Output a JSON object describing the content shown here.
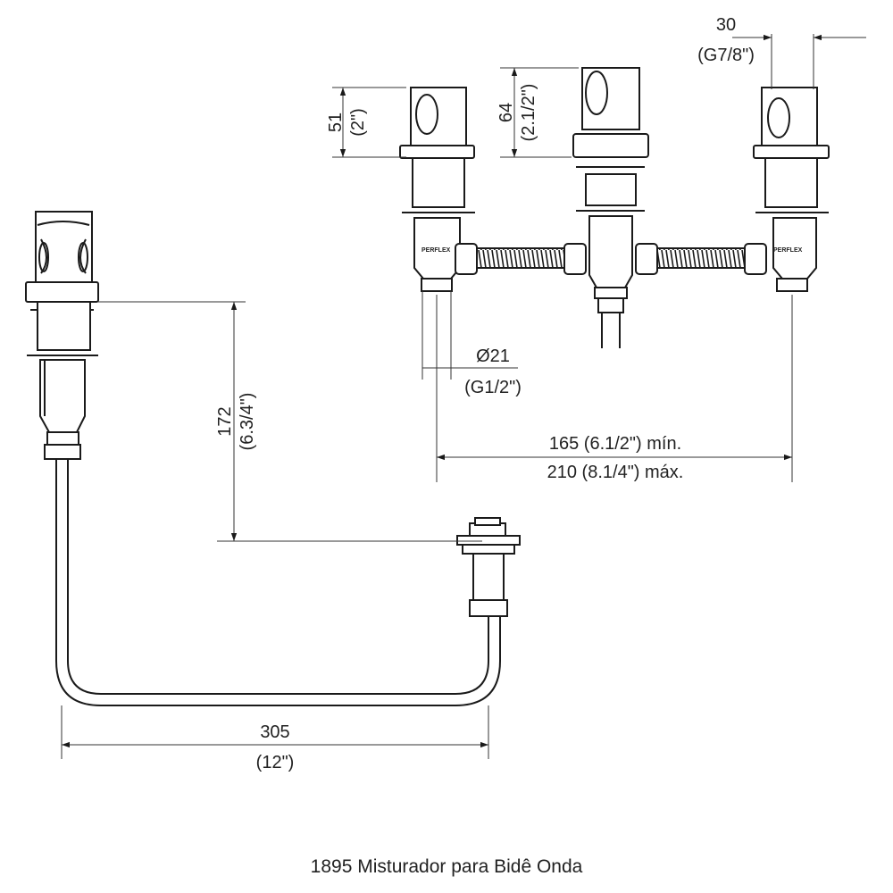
{
  "title": "1895 Misturador para Bidê Onda",
  "brand": "PERFLEX",
  "dimensions": {
    "handle_height": {
      "value": "51",
      "inch": "(2\")"
    },
    "spout_height": {
      "value": "64",
      "inch": "(2.1/2\")"
    },
    "handle_width": {
      "value": "30",
      "inch": "(G7/8\")"
    },
    "stem_diameter": {
      "value": "Ø21",
      "inch": "(G1/2\")"
    },
    "spread_min": "165 (6.1/2\") mín.",
    "spread_max": "210 (8.1/4\") máx.",
    "drop_height": {
      "value": "172",
      "inch": "(6.3/4\")"
    },
    "tube_length": {
      "value": "305",
      "inch": "(12\")"
    }
  }
}
